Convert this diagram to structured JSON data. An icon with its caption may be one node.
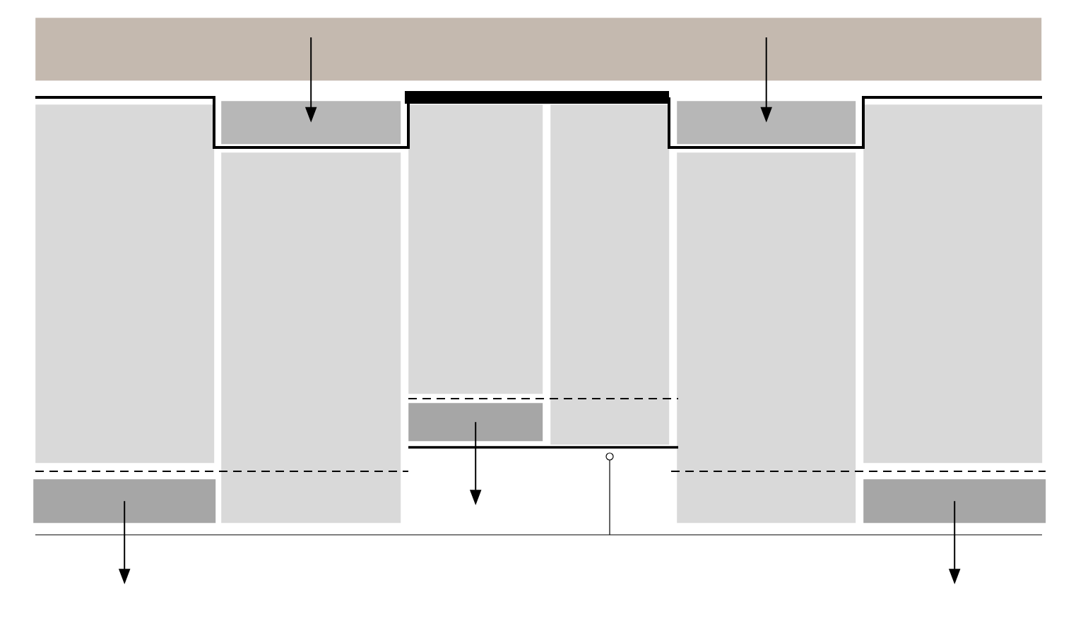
{
  "diagram": {
    "nodes": [
      {
        "text": [],
        "shape": "box"
      },
      {
        "text": [],
        "shape": "box"
      },
      {
        "text": [],
        "shape": "box"
      },
      {
        "text": [],
        "shape": "box"
      },
      {
        "text": [],
        "shape": "box"
      },
      {
        "text": [],
        "shape": "box"
      },
      {
        "text": [],
        "shape": "box"
      },
      {
        "text": [],
        "shape": "box"
      },
      {
        "text": [],
        "shape": "box"
      },
      {
        "text": [],
        "shape": "box"
      },
      {
        "text": [],
        "shape": "box"
      },
      {
        "text": [],
        "shape": "box"
      }
    ],
    "edges": [
      {
        "from": 0,
        "to": 1,
        "arrow": "to"
      },
      {
        "from": 0,
        "to": 2,
        "arrow": "to"
      },
      {
        "from": 9,
        "to": null,
        "arrow": "to"
      },
      {
        "from": 10,
        "to": null,
        "arrow": "to"
      },
      {
        "from": 11,
        "to": null,
        "arrow": "to"
      }
    ]
  }
}
